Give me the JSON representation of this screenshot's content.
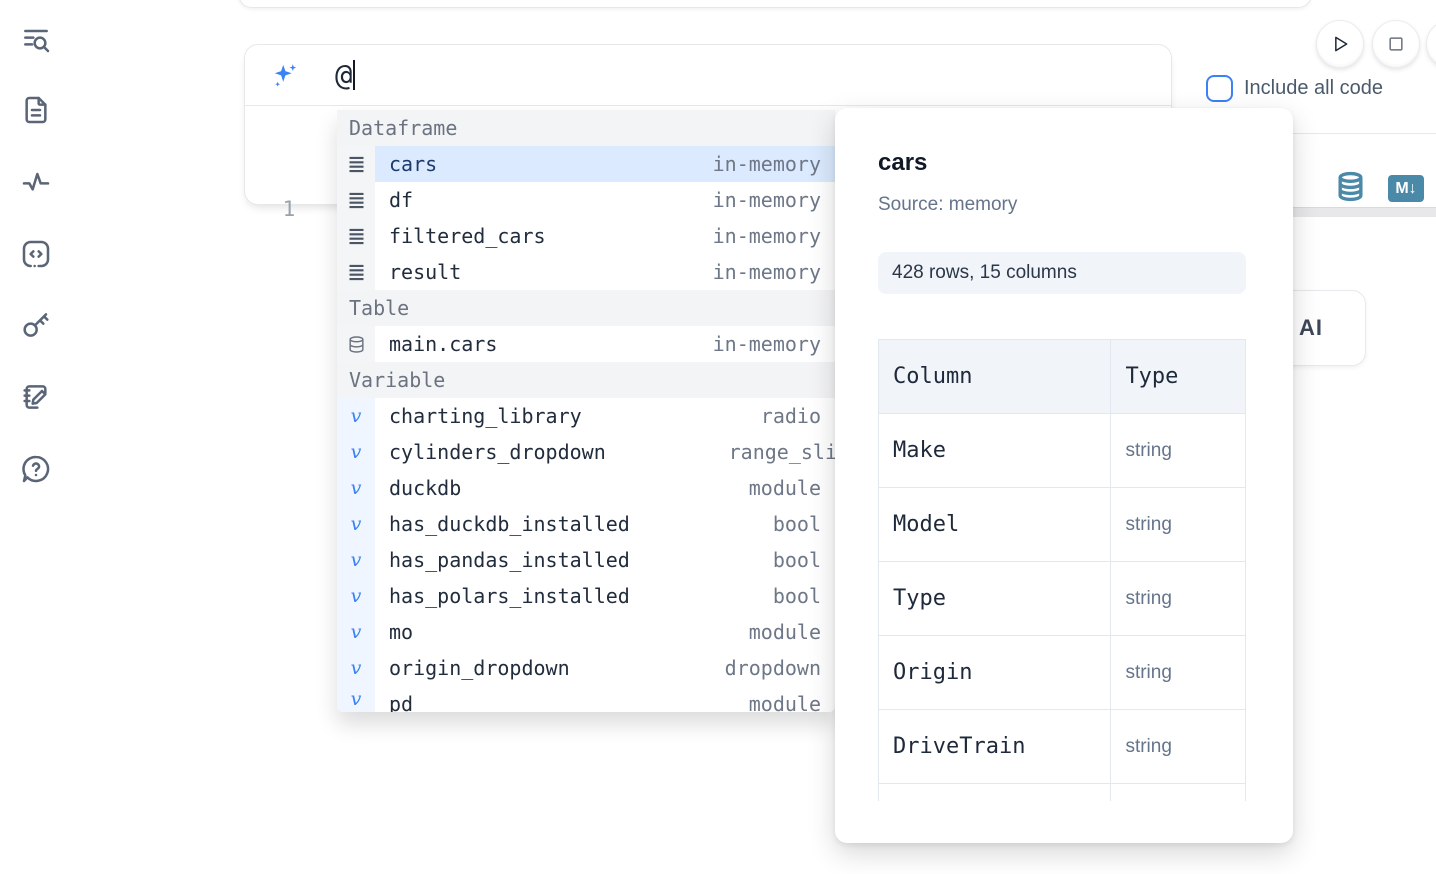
{
  "colors": {
    "accent": "#3b82f6",
    "steel_blue": "#4a89a8",
    "selected_row_bg": "#dbeafe"
  },
  "sidebar": {
    "icons": [
      {
        "name": "search-list-icon"
      },
      {
        "name": "file-icon"
      },
      {
        "name": "activity-icon"
      },
      {
        "name": "snippets-icon"
      },
      {
        "name": "key-icon"
      },
      {
        "name": "scratchpad-icon"
      },
      {
        "name": "help-icon"
      }
    ]
  },
  "cell_toolbar": {
    "include_all_code_label": "Include all code",
    "include_all_code_checked": false,
    "run_icon": "play-icon",
    "stop_icon": "stop-icon"
  },
  "prompt": {
    "icon": "sparkle-icon",
    "value": "@"
  },
  "editor": {
    "line_number": "1"
  },
  "output_actions": {
    "database_icon": "database-icon",
    "markdown_icon": "markdown-icon",
    "ai_button_partial_label": "l AI"
  },
  "autocomplete": {
    "sections": [
      {
        "label": "Dataframe",
        "gutter": "gray",
        "items": [
          {
            "icon": "dataframe-icon",
            "name": "cars",
            "type": "in-memory",
            "selected": true
          },
          {
            "icon": "dataframe-icon",
            "name": "df",
            "type": "in-memory"
          },
          {
            "icon": "dataframe-icon",
            "name": "filtered_cars",
            "type": "in-memory"
          },
          {
            "icon": "dataframe-icon",
            "name": "result",
            "type": "in-memory"
          }
        ]
      },
      {
        "label": "Table",
        "gutter": "gray",
        "items": [
          {
            "icon": "database-icon",
            "name": "main.cars",
            "type": "in-memory"
          }
        ]
      },
      {
        "label": "Variable",
        "gutter": "blue",
        "items": [
          {
            "icon": "variable-icon",
            "name": "charting_library",
            "type": "radio"
          },
          {
            "icon": "variable-icon",
            "name": "cylinders_dropdown",
            "type": "range_sli",
            "clipped": true
          },
          {
            "icon": "variable-icon",
            "name": "duckdb",
            "type": "module"
          },
          {
            "icon": "variable-icon",
            "name": "has_duckdb_installed",
            "type": "bool"
          },
          {
            "icon": "variable-icon",
            "name": "has_pandas_installed",
            "type": "bool"
          },
          {
            "icon": "variable-icon",
            "name": "has_polars_installed",
            "type": "bool"
          },
          {
            "icon": "variable-icon",
            "name": "mo",
            "type": "module"
          },
          {
            "icon": "variable-icon",
            "name": "origin_dropdown",
            "type": "dropdown"
          },
          {
            "icon": "variable-icon",
            "name": "pd",
            "type": "module",
            "partial": true
          }
        ]
      }
    ]
  },
  "popup": {
    "title": "cars",
    "source": "Source: memory",
    "shape": "428 rows, 15 columns",
    "table": {
      "headers": [
        "Column",
        "Type"
      ],
      "rows": [
        [
          "Make",
          "string"
        ],
        [
          "Model",
          "string"
        ],
        [
          "Type",
          "string"
        ],
        [
          "Origin",
          "string"
        ],
        [
          "DriveTrain",
          "string"
        ]
      ],
      "partial_next_row": true
    }
  }
}
